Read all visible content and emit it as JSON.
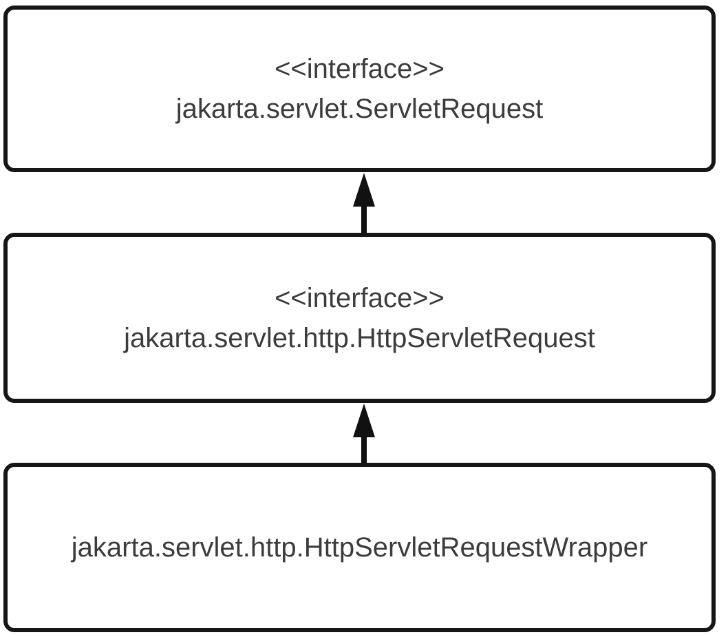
{
  "diagram": {
    "type": "uml-class-hierarchy",
    "nodes": [
      {
        "id": "servlet-request",
        "stereotype": "<<interface>>",
        "name": "jakarta.servlet.ServletRequest"
      },
      {
        "id": "http-servlet-request",
        "stereotype": "<<interface>>",
        "name": "jakarta.servlet.http.HttpServletRequest"
      },
      {
        "id": "http-servlet-request-wrapper",
        "stereotype": "",
        "name": "jakarta.servlet.http.HttpServletRequestWrapper"
      }
    ],
    "edges": [
      {
        "from": "jakarta.servlet.http.HttpServletRequest",
        "to": "jakarta.servlet.ServletRequest",
        "type": "extends",
        "arrow": "filled-triangle-up"
      },
      {
        "from": "jakarta.servlet.http.HttpServletRequestWrapper",
        "to": "jakarta.servlet.http.HttpServletRequest",
        "type": "implements",
        "arrow": "filled-triangle-up"
      }
    ],
    "colors": {
      "border": "#161616",
      "text": "#3c3c3c",
      "arrow": "#111111",
      "background": "#ffffff"
    }
  }
}
